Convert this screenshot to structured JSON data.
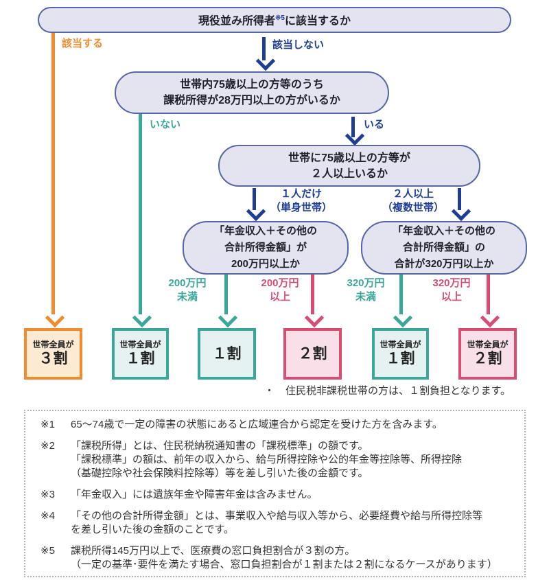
{
  "flow": {
    "q1": {
      "prefix": "現役並み所得者",
      "sup": "※5",
      "suffix": "に該当するか"
    },
    "q2": {
      "line1": "世帯内75歳以上の方等のうち",
      "line2": "課税所得が28万円以上の方がいるか"
    },
    "q3": {
      "line1": "世帯に75歳以上の方等が",
      "line2": "２人以上いるか"
    },
    "q4": {
      "line1": "「年金収入＋その他の",
      "line2": "合計所得金額」が",
      "line3": "200万円以上か"
    },
    "q5": {
      "line1": "「年金収入＋その他の",
      "line2": "合計所得金額」の",
      "line3": "合計が320万円以上か"
    },
    "labels": {
      "applies": "該当する",
      "not_applies": "該当しない",
      "no_one": "いない",
      "yes_exists": "いる",
      "one_line1": "１人だけ",
      "one_line2": "（単身世帯）",
      "two_line1": "２人以上",
      "two_line2": "（複数世帯）",
      "u200_line1": "200万円",
      "u200_line2": "未満",
      "o200_line1": "200万円",
      "o200_line2": "以上",
      "u320_line1": "320万円",
      "u320_line2": "未満",
      "o320_line1": "320万円",
      "o320_line2": "以上"
    },
    "results": [
      {
        "label": "世帯全員が",
        "value": "３割"
      },
      {
        "label": "世帯全員が",
        "value": "１割"
      },
      {
        "value": "１割"
      },
      {
        "value": "２割"
      },
      {
        "label": "世帯全員が",
        "value": "１割"
      },
      {
        "label": "世帯全員が",
        "value": "２割"
      }
    ],
    "note_bullet": "・",
    "note_text": "住民税非課税世帯の方は、１割負担となります。"
  },
  "footnotes": [
    {
      "marker": "※1",
      "lines": [
        "65～74歳で一定の障害の状態にあると広域連合から認定を受けた方を含みます。"
      ]
    },
    {
      "marker": "※2",
      "lines": [
        "「課税所得」とは、住民税納税通知書の「課税標準」の額です。",
        "「課税標準」の額は、前年の収入から、給与所得控除や公的年金等控除等、所得控除",
        "（基礎控除や社会保険料控除等）等を差し引いた後の金額です。"
      ]
    },
    {
      "marker": "※3",
      "lines": [
        "「年金収入」には遺族年金や障害年金は含みません。"
      ]
    },
    {
      "marker": "※4",
      "lines": [
        "「その他の合計所得金額」とは、事業収入や給与収入等から、必要経費や給与所得控除等",
        "を差し引いた後の金額のことです。"
      ]
    },
    {
      "marker": "※5",
      "lines": [
        "課税所得145万円以上で、医療費の窓口負担割合が３割の方。",
        "（一定の基準･要件を満たす場合、窓口負担割合が１割または２割になるケースがあります）"
      ]
    }
  ],
  "colors": {
    "box_fill": "#E4E4F0",
    "box_border": "#5565A8",
    "arrow_blue": "#1E3E96",
    "orange": "#F28A2E",
    "orange_fill": "#FCEAD3",
    "teal": "#3AA79B",
    "teal_fill": "#E6F2F1",
    "pink": "#D84C72",
    "pink_fill": "#F8DFE8"
  }
}
